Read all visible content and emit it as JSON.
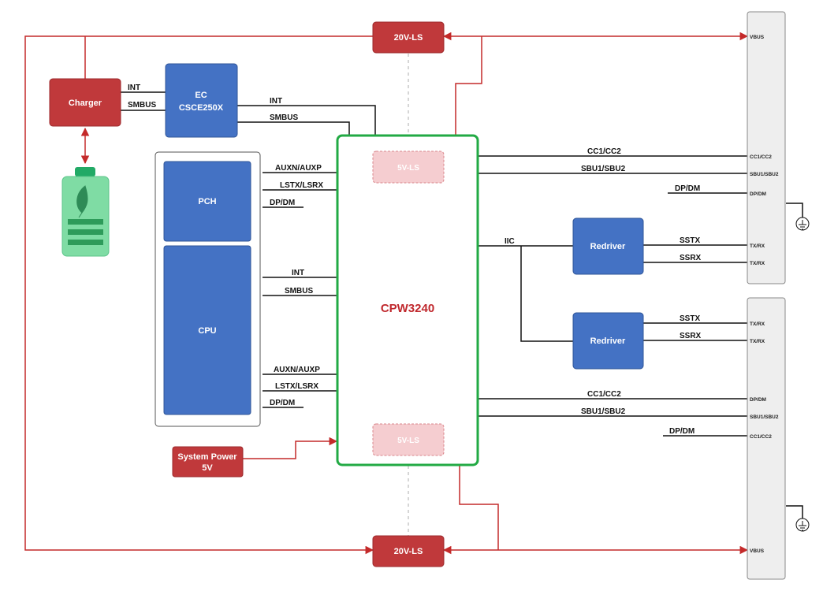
{
  "colors": {
    "blue_box": "#4472c4",
    "red_box": "#c0393b",
    "main_border": "#22aa44",
    "main_text": "#c0282d",
    "ls_fill": "#f5cdd0",
    "connector_fill": "#eeeeee",
    "battery": "#6fd69a"
  },
  "blocks": {
    "charger": "Charger",
    "ec_line1": "EC",
    "ec_line2": "CSCE250X",
    "pch": "PCH",
    "cpu": "CPU",
    "main_chip": "CPW3240",
    "ls_top": "20V-LS",
    "ls_bottom": "20V-LS",
    "ls_5v_top": "5V-LS",
    "ls_5v_bottom": "5V-LS",
    "sys_power_line1": "System Power",
    "sys_power_line2": "5V",
    "redriver_top": "Redriver",
    "redriver_bottom": "Redriver"
  },
  "signals": {
    "charger_int": "INT",
    "charger_smbus": "SMBUS",
    "ec_int": "INT",
    "ec_smbus": "SMBUS",
    "pch_aux": "AUXN/AUXP",
    "pch_ls": "LSTX/LSRX",
    "pch_dp": "DP/DM",
    "cpu_int": "INT",
    "cpu_smbus": "SMBUS",
    "cpu_aux": "AUXN/AUXP",
    "cpu_ls": "LSTX/LSRX",
    "cpu_dp": "DP/DM",
    "top_cc": "CC1/CC2",
    "top_sbu": "SBU1/SBU2",
    "top_dp": "DP/DM",
    "iic": "IIC",
    "r1_sstx": "SSTX",
    "r1_ssrx": "SSRX",
    "r2_sstx": "SSTX",
    "r2_ssrx": "SSRX",
    "bot_cc": "CC1/CC2",
    "bot_sbu": "SBU1/SBU2",
    "bot_dp": "DP/DM"
  },
  "connector_top": {
    "vbus": "VBUS",
    "cc": "CC1/CC2",
    "sbu": "SBU1/SBU2",
    "dp": "DP/DM",
    "txrx1": "TX/RX",
    "txrx2": "TX/RX"
  },
  "connector_bottom": {
    "txrx1": "TX/RX",
    "txrx2": "TX/RX",
    "dp": "DP/DM",
    "sbu": "SBU1/SBU2",
    "cc": "CC1/CC2",
    "vbus": "VBUS"
  }
}
